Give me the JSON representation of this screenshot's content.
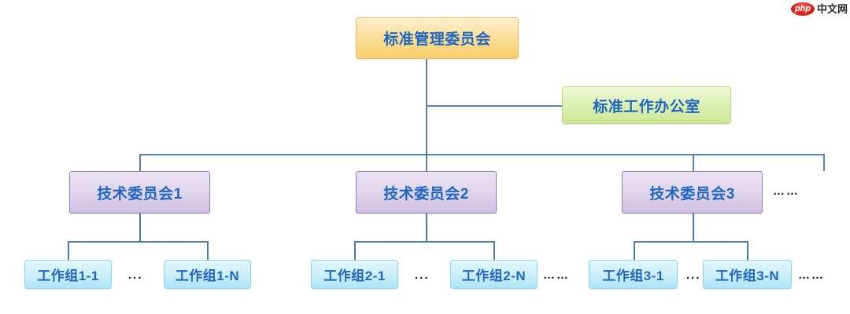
{
  "diagram": {
    "type": "organization-chart",
    "root": {
      "label": "标准管理委员会"
    },
    "office": {
      "label": "标准工作办公室"
    },
    "committees": [
      {
        "label": "技术委员会1"
      },
      {
        "label": "技术委员会2"
      },
      {
        "label": "技术委员会3"
      }
    ],
    "committee_overflow": "……",
    "work_groups": [
      {
        "first": "工作组1-1",
        "separator": "...",
        "last": "工作组1-N",
        "overflow": ""
      },
      {
        "first": "工作组2-1",
        "separator": "...",
        "last": "工作组2-N",
        "overflow": "……"
      },
      {
        "first": "工作组3-1",
        "separator": "...",
        "last": "工作组3-N",
        "overflow": "……"
      }
    ],
    "colors": {
      "root_fill": "#fbdf9c",
      "office_fill": "#ddf0b4",
      "committee_fill": "#ded2ec",
      "group_fill": "#cdeffb",
      "text": "#1f66c1",
      "connector": "#5b7fb0"
    }
  },
  "watermark": {
    "badge": "php",
    "text": "中文网"
  }
}
